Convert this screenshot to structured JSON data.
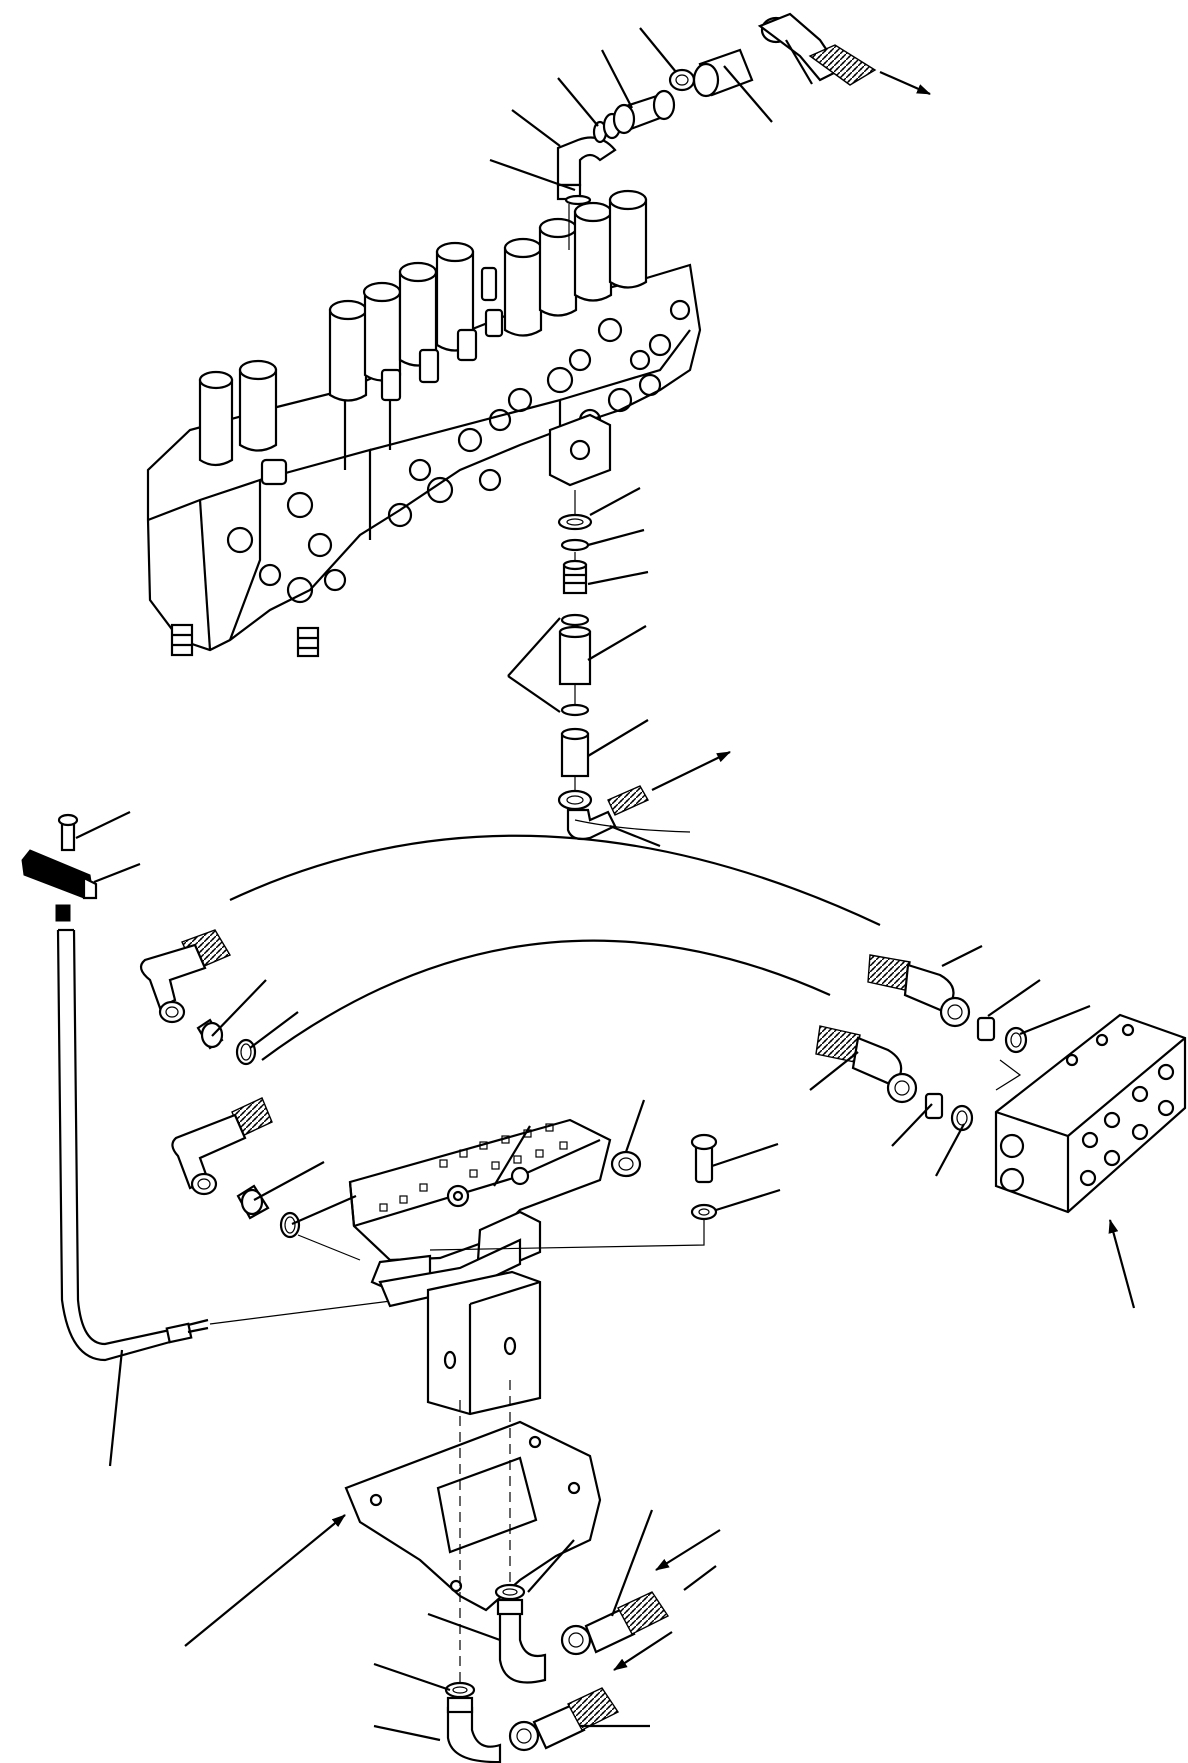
{
  "diagram": {
    "description_visible_text": [],
    "callouts": {
      "leader_lines": 48,
      "flow_arrows": 8
    },
    "components": [
      "control-valve-assembly",
      "valve-spool-caps",
      "hose-elbow-top",
      "hose-fittings-top",
      "hose-fittings-vertical",
      "connecting-hose-upper",
      "connecting-hose-lower",
      "lever-handle",
      "control-cable",
      "pilot-valve",
      "mounting-plate",
      "junction-block",
      "bottom-elbows",
      "bottom-hoses"
    ]
  }
}
